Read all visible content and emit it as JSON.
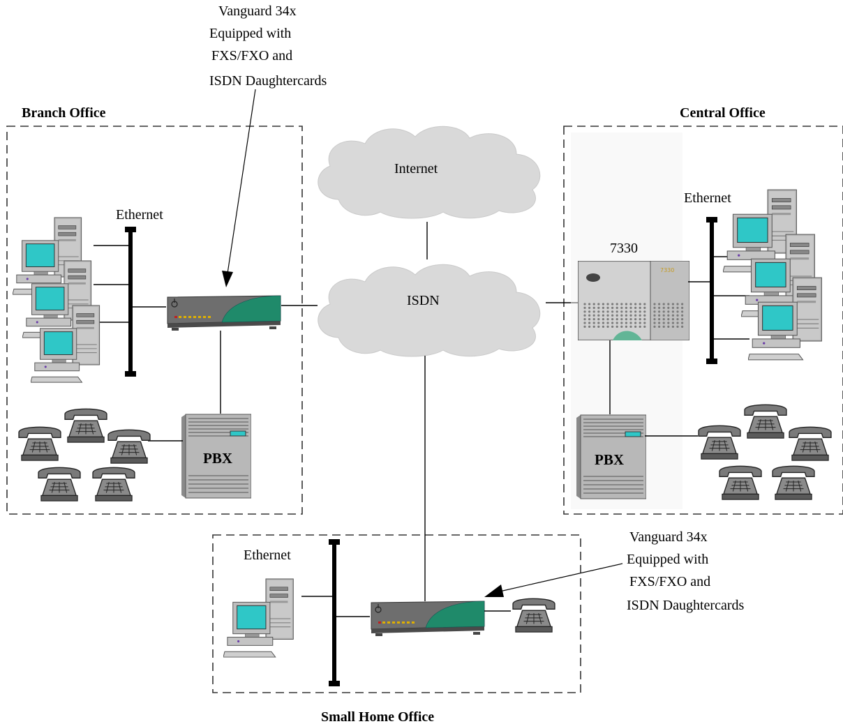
{
  "regions": {
    "branch": "Branch Office",
    "central": "Central Office",
    "small_home": "Small Home Office"
  },
  "networks": {
    "internet": "Internet",
    "isdn": "ISDN"
  },
  "ethernet": {
    "branch": "Ethernet",
    "central": "Ethernet",
    "small_home": "Ethernet"
  },
  "central_device": "7330",
  "pbx": {
    "branch": "PBX",
    "central": "PBX"
  },
  "callout_top": {
    "line1": "Vanguard 34x",
    "line2": "Equipped with",
    "line3": "FXS/FXO and",
    "line4": "ISDN Daughtercards"
  },
  "callout_bottom": {
    "line1": "Vanguard 34x",
    "line2": "Equipped with",
    "line3": "FXS/FXO and",
    "line4": "ISDN Daughtercards"
  },
  "colors": {
    "cloud": "#d9d9d9",
    "router_body": "#6e6e6e",
    "router_accent": "#1f8a6a",
    "monitor_screen": "#2fc7c7",
    "device_gray": "#b5b5b5",
    "phone": "#7a7a7a"
  }
}
